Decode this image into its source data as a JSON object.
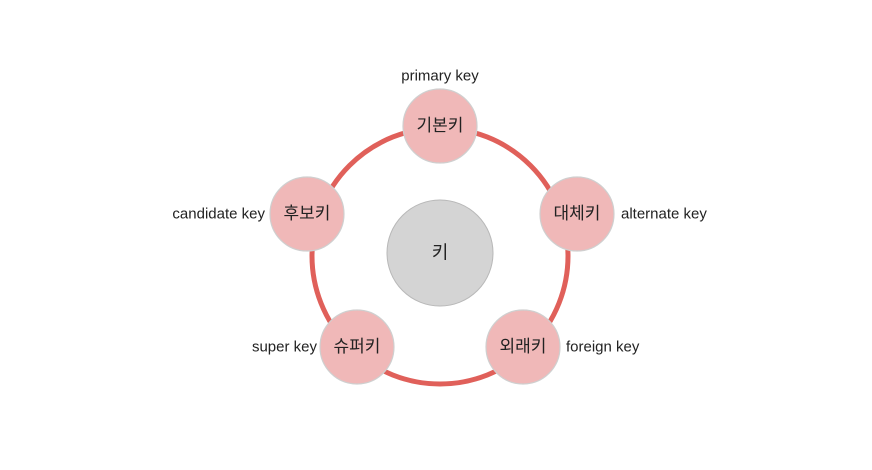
{
  "center": {
    "label": "키"
  },
  "keys": [
    {
      "id": "primary",
      "label": "기본키",
      "english": "primary key"
    },
    {
      "id": "alternate",
      "label": "대체키",
      "english": "alternate key"
    },
    {
      "id": "foreign",
      "label": "외래키",
      "english": "foreign key"
    },
    {
      "id": "super",
      "label": "슈퍼키",
      "english": "super key"
    },
    {
      "id": "candidate",
      "label": "후보키",
      "english": "candidate key"
    }
  ],
  "colors": {
    "ring": "#e0605a",
    "node_fill": "#f0b8b8",
    "center_fill": "#d4d4d4"
  }
}
